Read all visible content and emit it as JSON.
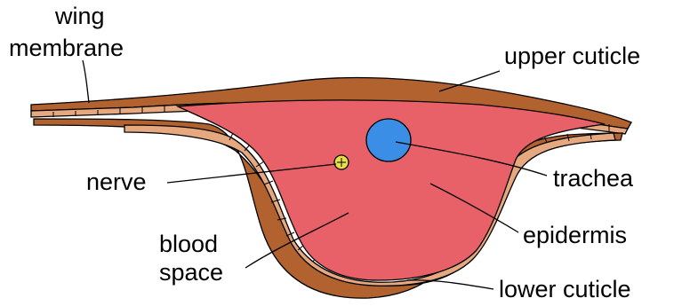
{
  "diagram": {
    "labels": {
      "wing_membrane_line1": "wing",
      "wing_membrane_line2": "membrane",
      "upper_cuticle": "upper cuticle",
      "nerve": "nerve",
      "trachea": "trachea",
      "blood_space_line1": "blood",
      "blood_space_line2": "space",
      "epidermis": "epidermis",
      "lower_cuticle": "lower cuticle"
    },
    "colors": {
      "cuticle": "#b2622f",
      "epidermis": "#e6a97f",
      "blood_space": "#e86168",
      "trachea": "#3a8ee6",
      "nerve": "#e8e04a",
      "outline": "#000000"
    }
  }
}
